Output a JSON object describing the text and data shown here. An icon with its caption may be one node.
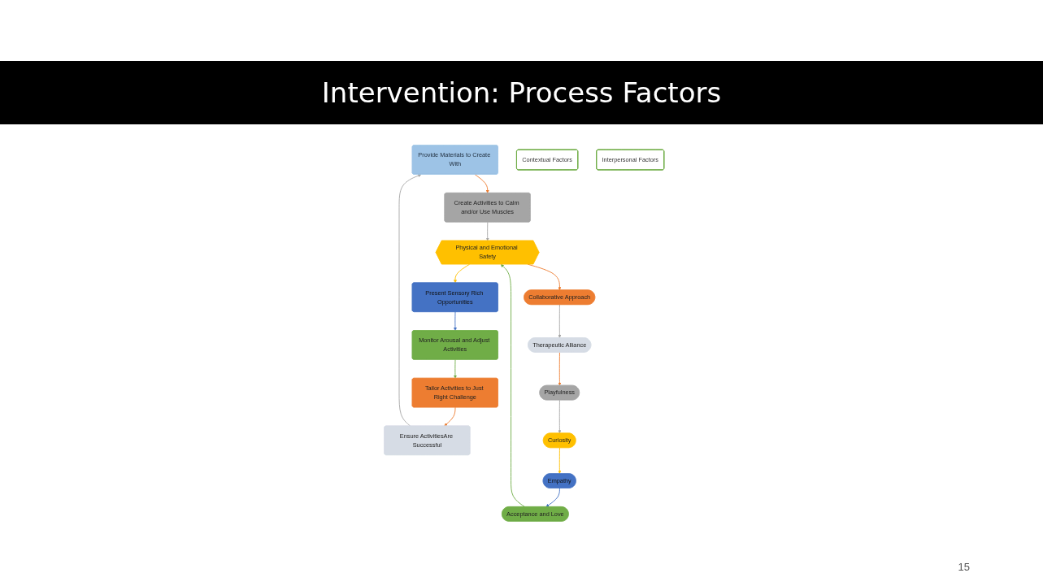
{
  "diagram": {
    "title": "Intervention: Process Factors",
    "nodes": [
      {
        "text": [
          "Provide Materials to Create With"
        ]
      },
      {
        "text": [
          "Ensure ActivitiesAre Successful"
        ]
      },
      {
        "text": [
          "Create Activities to Calm and/or Use Muscles"
        ]
      },
      {
        "text": [
          "Collaborative Approach"
        ]
      },
      {
        "text": [
          "Therapeutic Alliance"
        ]
      },
      {
        "text": [
          "Playfulness"
        ]
      },
      {
        "text": [
          "Contextual Factors"
        ]
      },
      {
        "text": [
          "Interpersonal Factors"
        ]
      },
      {
        "text": [
          "Physical and Emotional Safety"
        ]
      },
      {
        "text": [
          "Tailor Activities to Just Right Challenge"
        ]
      },
      {
        "text": [
          "Curiosity"
        ]
      },
      {
        "text": [
          "Monitor Arousal and Adjust Activities"
        ]
      },
      {
        "text": [
          "Present Sensory Rich Opportunities"
        ]
      },
      {
        "text": [
          "Acceptance and Love"
        ]
      },
      {
        "text": [
          "Empathy"
        ]
      }
    ],
    "edges": [
      {
        "from": 1,
        "to": 0,
        "arrow": "to",
        "color": "#a6a6a6"
      },
      {
        "from": 0,
        "to": 2,
        "arrow": "to",
        "color": "#ed7d31"
      },
      {
        "from": 2,
        "to": 8,
        "arrow": "to",
        "color": "#a6a6a6"
      },
      {
        "from": 8,
        "to": 3,
        "arrow": "to",
        "color": "#ed7d31"
      },
      {
        "from": 3,
        "to": 4,
        "arrow": "to",
        "color": "#a6a6a6"
      },
      {
        "from": 4,
        "to": 5,
        "arrow": "to",
        "color": "#ed7d31"
      },
      {
        "from": 5,
        "to": 10,
        "arrow": "to",
        "color": "#a6a6a6"
      },
      {
        "from": 10,
        "to": 14,
        "arrow": "to",
        "color": "#ffc000"
      },
      {
        "from": 14,
        "to": 13,
        "arrow": "to",
        "color": "#4472c4"
      },
      {
        "from": 13,
        "to": 8,
        "arrow": "to",
        "color": "#70ad47"
      },
      {
        "from": 8,
        "to": 12,
        "arrow": "to",
        "color": "#ffc000"
      },
      {
        "from": 12,
        "to": 11,
        "arrow": "to",
        "color": "#4472c4"
      },
      {
        "from": 11,
        "to": 9,
        "arrow": "to",
        "color": "#70ad47"
      },
      {
        "from": 9,
        "to": 1,
        "arrow": "to",
        "color": "#ed7d31"
      }
    ],
    "labels": [
      "15"
    ]
  }
}
